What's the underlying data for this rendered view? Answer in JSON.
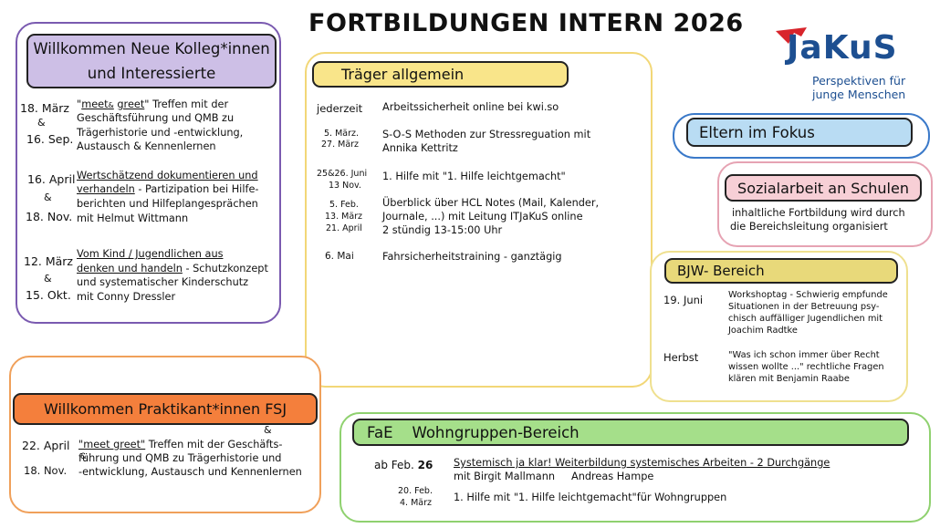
{
  "title": "FORTBILDUNGEN INTERN 2026",
  "logo": {
    "name": "JaKuS",
    "tagline_1": "Perspektiven für",
    "tagline_2": "junge Menschen",
    "color": "#1d4f91",
    "accent": "#d8242b"
  },
  "welcome_colleagues": {
    "heading": "Willkommen Neue Kolleg*innen und Interessierte",
    "border_color": "#7a5ab0",
    "header_color": "#cdbfe6",
    "entries": [
      {
        "date_1": "18. März",
        "amp": "&",
        "date_2": "16. Sep.",
        "line_1_u1": "meet",
        "line_1_amp": "&",
        "line_1_u2": "greet",
        "line_1_rest": " Treffen mit der",
        "line_2": "Geschäftsführung und QMB zu",
        "line_3": "Trägerhistorie und -entwicklung,",
        "line_4": "Austausch & Kennenlernen"
      },
      {
        "date_1": "16. April",
        "amp": "&",
        "date_2": "18. Nov.",
        "line_1": "Wertschätzend dokumentieren und",
        "line_2_u": "verhandeln",
        "line_2_rest": " - Partizipation bei Hilfe-",
        "line_3": "berichten und Hilfeplangesprächen",
        "line_4": "mit Helmut Wittmann"
      },
      {
        "date_1": "12. März",
        "amp": "&",
        "date_2": "15. Okt.",
        "line_1": "Vom Kind / Jugendlichen aus",
        "line_2_u": "denken und handeln",
        "line_2_rest": " - Schutzkonzept",
        "line_3": "und systematischer Kinderschutz",
        "line_4": "mit Conny Dressler"
      }
    ]
  },
  "traeger": {
    "heading": "Träger allgemein",
    "border_color": "#f2d777",
    "header_color": "#f9e58a",
    "rows": [
      {
        "date": "jederzeit",
        "text": "Arbeitssicherheit online bei kwi.so"
      },
      {
        "date_1": "5. März.",
        "date_2": "27. März",
        "text_1": "S-O-S Methoden zur Stressreguation mit",
        "text_2": "Annika Kettritz"
      },
      {
        "date_1": "25&26. Juni",
        "date_2": "13 Nov.",
        "text_1": "1. Hilfe mit \"1. Hilfe leichtgemacht\""
      },
      {
        "date_1": "5. Feb.",
        "date_2": "13. März",
        "date_3": "21. April",
        "text_1": "Überblick über HCL Notes (Mail, Kalender,",
        "text_2": "Journale, ...) mit Leitung ITJaKuS online",
        "text_3": "2 stündig 13-15:00 Uhr"
      },
      {
        "date": "6. Mai",
        "text": "Fahrsicherheitstraining - ganztägig"
      }
    ]
  },
  "eltern": {
    "heading": "Eltern im Fokus",
    "border_color": "#3a79c9",
    "header_color": "#b9dcf3"
  },
  "schulen": {
    "amp": "&",
    "heading": "Sozialarbeit an Schulen",
    "border_color": "#e6a3b3",
    "header_color": "#f7cfd6",
    "text_1": "inhaltliche Fortbildung wird durch",
    "text_2": "die Bereichsleitung organisiert"
  },
  "bjw": {
    "heading": "BJW- Bereich",
    "border_color": "#efe08f",
    "header_color": "#e8d97a",
    "rows": [
      {
        "date": "19. Juni",
        "lines": [
          "Workshoptag  - Schwierig empfunde",
          "Situationen in der Betreuung psy-",
          "chisch auffälliger Jugendlichen mit",
          "Joachim Radtke"
        ]
      },
      {
        "date": "Herbst",
        "lines": [
          "\"Was ich schon immer über Recht",
          "wissen wollte ...\"   rechtliche Fragen",
          "klären mit Benjamin Raabe"
        ]
      }
    ]
  },
  "praktikant": {
    "heading": "Willkommen Praktikant*innen  FSJ",
    "amp": "&",
    "border_color": "#f0a05a",
    "header_color": "#f47f3c",
    "date_1": "22. April",
    "date_amp": "&",
    "date_2": "18. Nov.",
    "line_1_u": "\"meet  greet\"",
    "line_1_rest": " Treffen mit der Geschäfts-",
    "line_2": "führung und QMB zu Trägerhistorie und",
    "line_3": "-entwicklung, Austausch und Kennenlernen"
  },
  "fae": {
    "heading": "FaE    Wohngruppen-Bereich",
    "border_color": "#8fd16f",
    "header_color": "#a5df8a",
    "row_1_date_prefix": "ab Feb. ",
    "row_1_date_bold": "26",
    "row_1_text_1": "Systemisch ja klar! Weiterbildung systemisches Arbeiten - 2 Durchgänge",
    "row_1_text_2": "mit Birgit Mallmann     Andreas Hampe",
    "row_2_date_1": "20. Feb.",
    "row_2_date_2": "4. März",
    "row_2_text": "1. Hilfe mit \"1. Hilfe leichtgemacht\"für Wohngruppen"
  }
}
